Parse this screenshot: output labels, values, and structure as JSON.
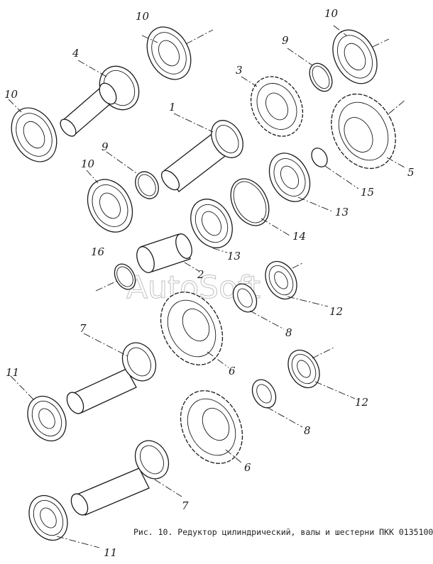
{
  "figure": {
    "caption": "Рис. 10. Редуктор цилиндрический, валы и шестерни ПКК 0135100",
    "watermark": "AutoSoft"
  },
  "callouts": {
    "c1": "1",
    "c2": "2",
    "c3": "3",
    "c4": "4",
    "c5": "5",
    "c6a": "6",
    "c6b": "6",
    "c7a": "7",
    "c7b": "7",
    "c8a": "8",
    "c8b": "8",
    "c9a": "9",
    "c9b": "9",
    "c10a": "10",
    "c10b": "10",
    "c10c": "10",
    "c10d": "10",
    "c11a": "11",
    "c11b": "11",
    "c12a": "12",
    "c12b": "12",
    "c13a": "13",
    "c13b": "13",
    "c14": "14",
    "c15": "15",
    "c16": "16"
  }
}
